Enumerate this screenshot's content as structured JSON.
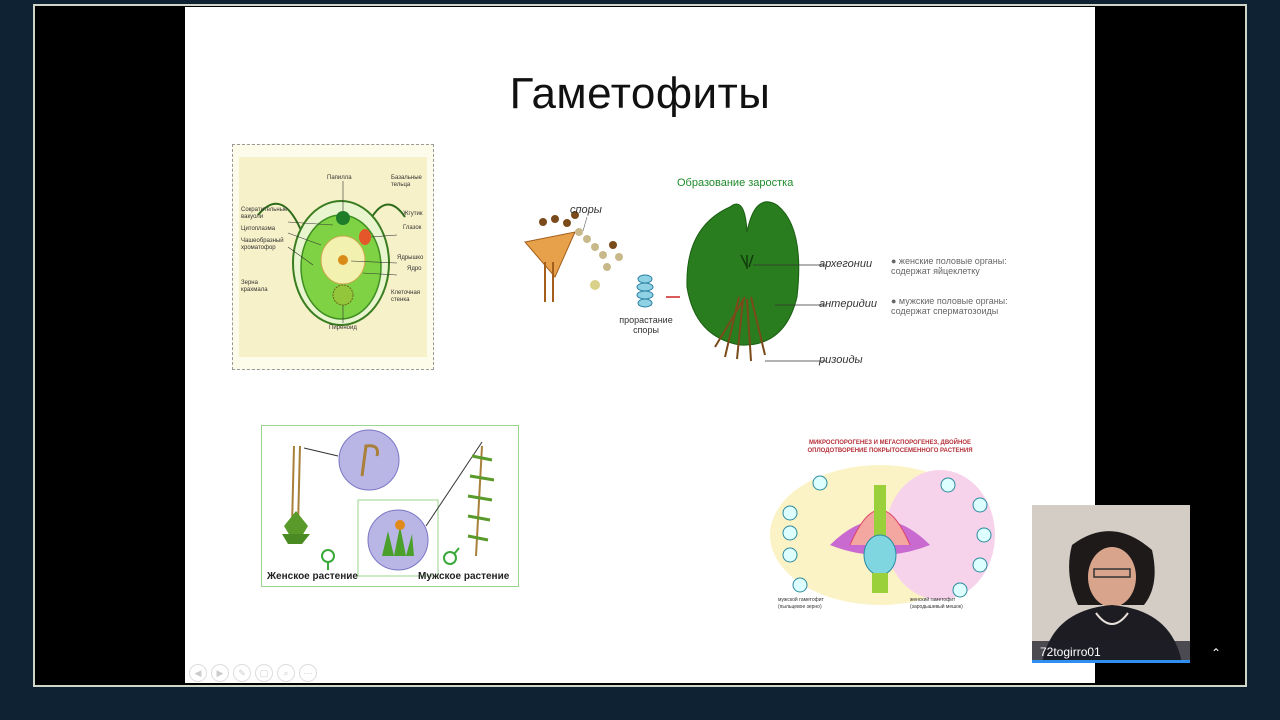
{
  "slide": {
    "title": "Гаметофиты"
  },
  "chlamydomonas": {
    "labels": {
      "papilla": "Папилла",
      "basal_bodies": "Базальные тельца",
      "contractile_vacuoles": "Сократительные вакуоли",
      "flagellum": "Жгутик",
      "cytoplasm": "Цитоплазма",
      "eyespot": "Глазок",
      "chromatophore": "Чашеобразный хроматофор",
      "nucleolus": "Ядрышко",
      "nucleus": "Ядро",
      "starch": "Зерна крахмала",
      "cell_wall": "Клеточная стенка",
      "pyrenoid": "Пиреноид"
    }
  },
  "fern": {
    "title": "Образование заростка",
    "spores_label": "споры",
    "germination_label": "прорастание споры",
    "archegonia_label": "архегонии",
    "antheridia_label": "антеридии",
    "rhizoids_label": "ризоиды",
    "female_note": "● женские половые органы: содержат яйцеклетку",
    "male_note": "● мужские половые органы: содержат сперматозоиды"
  },
  "moss": {
    "female_label": "Женское растение",
    "male_label": "Мужское растение"
  },
  "angiosperm": {
    "title": "МИКРОСПОРОГЕНЕЗ И МЕГАСПОРОГЕНЕЗ, ДВОЙНОЕ ОПЛОДОТВОРЕНИЕ ПОКРЫТОСЕМЕННОГО РАСТЕНИЯ",
    "male_gametophyte": "мужской гаметофит (пыльцевое зерно)",
    "female_gametophyte": "женский гаметофит (зародышевый мешок)"
  },
  "webcam": {
    "name": "72togirro01"
  },
  "nav": {
    "buttons": [
      "◀",
      "▶",
      "✎",
      "▢",
      "⌕",
      "⋯"
    ]
  },
  "colors": {
    "slide_bg": "#ffffff",
    "frame": "#000000",
    "fern_green": "#2a7d1e",
    "fern_title": "#1e8a2a",
    "accent_blue": "#2f8ff0"
  }
}
